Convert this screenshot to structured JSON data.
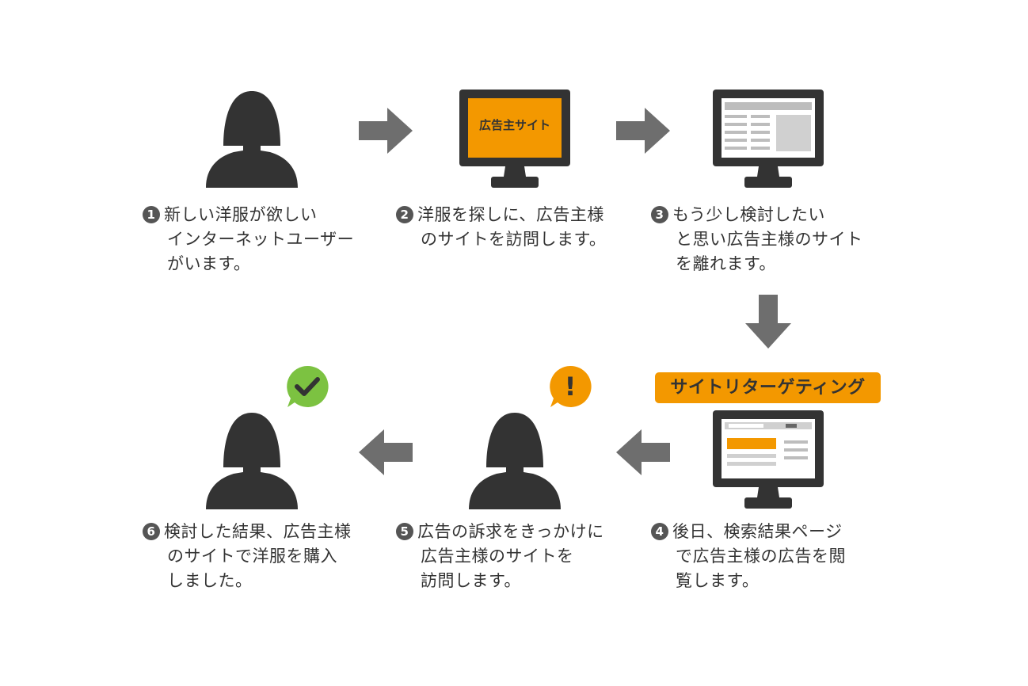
{
  "steps": [
    {
      "num": "1",
      "lines": [
        "新しい洋服が欲しい",
        "インターネットユーザー",
        "がいます。"
      ]
    },
    {
      "num": "2",
      "lines": [
        "洋服を探しに、広告主様",
        "のサイトを訪問します。"
      ]
    },
    {
      "num": "3",
      "lines": [
        "もう少し検討したい",
        "と思い広告主様のサイト",
        "を離れます。"
      ]
    },
    {
      "num": "4",
      "lines": [
        "後日、検索結果ページ",
        "で広告主様の広告を閲",
        "覧します。"
      ]
    },
    {
      "num": "5",
      "lines": [
        "広告の訴求をきっかけに",
        "広告主様のサイトを",
        "訪問します。"
      ]
    },
    {
      "num": "6",
      "lines": [
        "検討した結果、広告主様",
        "のサイトで洋服を購入",
        "しました。"
      ]
    }
  ],
  "monitor_label": "広告主サイト",
  "banner": "サイトリターゲティング",
  "colors": {
    "accent": "#f39800",
    "dark": "#333333",
    "arrow": "#6e6e6e",
    "check": "#7cc241"
  },
  "icons": {
    "check_bubble": "check-icon",
    "alert_bubble": "exclamation-icon",
    "alert_text": "!"
  }
}
